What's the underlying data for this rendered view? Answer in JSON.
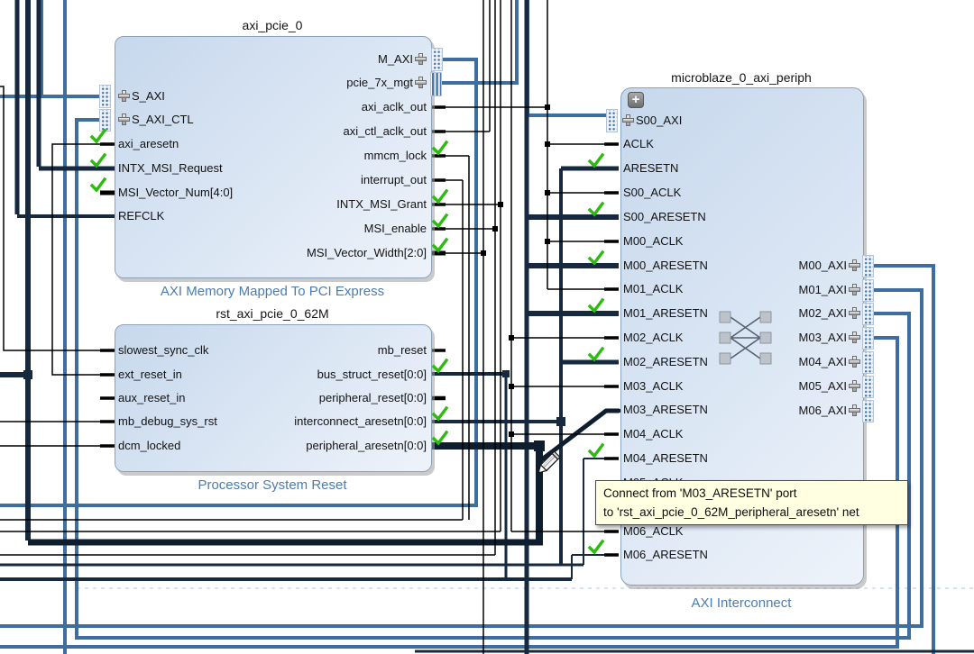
{
  "blocks": {
    "axi_pcie": {
      "title": "axi_pcie_0",
      "type_label": "AXI Memory Mapped To PCI Express",
      "left_ports": [
        {
          "label": "S_AXI"
        },
        {
          "label": "S_AXI_CTL"
        },
        {
          "label": "axi_aresetn"
        },
        {
          "label": "INTX_MSI_Request"
        },
        {
          "label": "MSI_Vector_Num[4:0]"
        },
        {
          "label": "REFCLK"
        }
      ],
      "right_ports": [
        {
          "label": "M_AXI"
        },
        {
          "label": "pcie_7x_mgt"
        },
        {
          "label": "axi_aclk_out"
        },
        {
          "label": "axi_ctl_aclk_out"
        },
        {
          "label": "mmcm_lock"
        },
        {
          "label": "interrupt_out"
        },
        {
          "label": "INTX_MSI_Grant"
        },
        {
          "label": "MSI_enable"
        },
        {
          "label": "MSI_Vector_Width[2:0]"
        }
      ]
    },
    "rst": {
      "title": "rst_axi_pcie_0_62M",
      "type_label": "Processor System Reset",
      "left_ports": [
        {
          "label": "slowest_sync_clk"
        },
        {
          "label": "ext_reset_in"
        },
        {
          "label": "aux_reset_in"
        },
        {
          "label": "mb_debug_sys_rst"
        },
        {
          "label": "dcm_locked"
        }
      ],
      "right_ports": [
        {
          "label": "mb_reset"
        },
        {
          "label": "bus_struct_reset[0:0]"
        },
        {
          "label": "peripheral_reset[0:0]"
        },
        {
          "label": "interconnect_aresetn[0:0]"
        },
        {
          "label": "peripheral_aresetn[0:0]"
        }
      ]
    },
    "interconnect": {
      "title": "microblaze_0_axi_periph",
      "type_label": "AXI Interconnect",
      "left_ports": [
        {
          "label": "S00_AXI"
        },
        {
          "label": "ACLK"
        },
        {
          "label": "ARESETN"
        },
        {
          "label": "S00_ACLK"
        },
        {
          "label": "S00_ARESETN"
        },
        {
          "label": "M00_ACLK"
        },
        {
          "label": "M00_ARESETN"
        },
        {
          "label": "M01_ACLK"
        },
        {
          "label": "M01_ARESETN"
        },
        {
          "label": "M02_ACLK"
        },
        {
          "label": "M02_ARESETN"
        },
        {
          "label": "M03_ACLK"
        },
        {
          "label": "M03_ARESETN"
        },
        {
          "label": "M04_ACLK"
        },
        {
          "label": "M04_ARESETN"
        },
        {
          "label": "M05_ACLK"
        },
        {
          "label": "M06_ACLK"
        },
        {
          "label": "M06_ARESETN"
        }
      ],
      "right_ports": [
        {
          "label": "M00_AXI"
        },
        {
          "label": "M01_AXI"
        },
        {
          "label": "M02_AXI"
        },
        {
          "label": "M03_AXI"
        },
        {
          "label": "M04_AXI"
        },
        {
          "label": "M05_AXI"
        },
        {
          "label": "M06_AXI"
        }
      ]
    }
  },
  "tooltip": {
    "line1": "Connect from 'M03_ARESETN' port",
    "line2": "to 'rst_axi_pcie_0_62M_peripheral_aresetn' net"
  },
  "icons": {
    "expander_plus": "+",
    "interface_plus": "plus-icon",
    "check": "green-check-icon",
    "pencil": "pencil-cursor-icon"
  },
  "colors": {
    "wire_steel": "#3e6d9f",
    "wire_navy": "#16293f",
    "wire_highlight": "#0f1e2e",
    "check_green": "#2dbb10",
    "block_label_blue": "#4a7cb2",
    "tooltip_bg": "#ffffe1"
  }
}
